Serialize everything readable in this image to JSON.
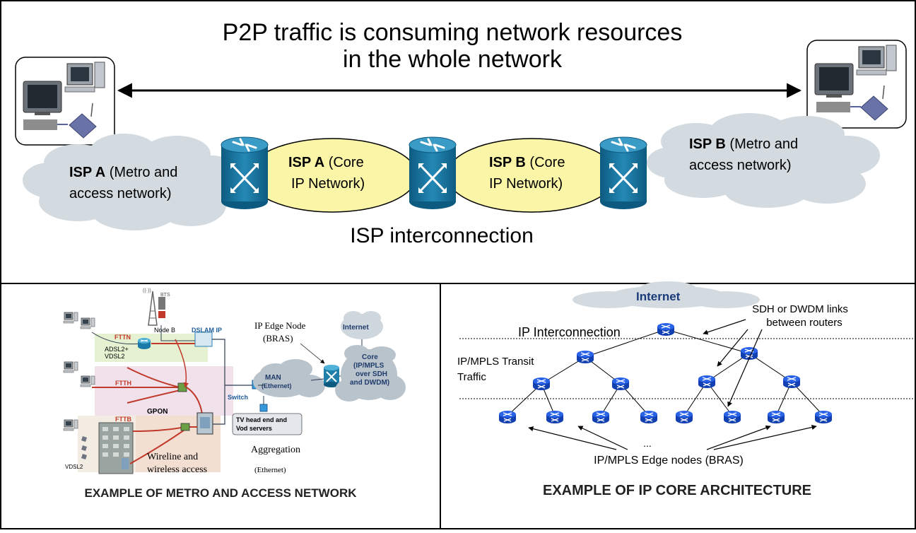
{
  "top": {
    "title_line1": "P2P traffic is consuming network resources",
    "title_line2": "in the whole network",
    "caption": "ISP interconnection",
    "clouds": {
      "left": {
        "bold": "ISP A",
        "rest": " (Metro and",
        "line2": "access network)"
      },
      "right": {
        "bold": "ISP B",
        "rest": " (Metro and",
        "line2": "access network)"
      }
    },
    "cores": {
      "a": {
        "bold": "ISP A",
        "rest": " (Core",
        "line2": "IP Network)"
      },
      "b": {
        "bold": "ISP B",
        "rest": " (Core",
        "line2": "IP Network)"
      }
    }
  },
  "metro": {
    "labels": {
      "fttn": "FTTN",
      "ftth": "FTTH",
      "fttb": "FTTB",
      "gpon": "GPON",
      "adsl": "ADSL2+",
      "vdsl": "VDSL2",
      "vdsl_b": "VDSL2",
      "nodeb": "Node B",
      "bts": "BTS",
      "dslam": "DSLAM IP",
      "switch": "Switch",
      "man_1": "MAN",
      "man_2": "(Ethernet)",
      "edge_1": "IP Edge Node",
      "edge_2": "(BRAS)",
      "internet": "Internet",
      "core_1": "Core",
      "core_2": "(IP/MPLS",
      "core_3": "over SDH",
      "core_4": "and DWDM)",
      "tv_1": "TV head end and",
      "tv_2": "Vod servers",
      "aggregation": "Aggregation",
      "ethernet": "(Ethernet)",
      "wireline_1": "Wireline and",
      "wireline_2": "wireless access"
    },
    "caption": "EXAMPLE OF METRO AND ACCESS NETWORK"
  },
  "core_arch": {
    "labels": {
      "internet": "Internet",
      "sdh_1": "SDH or DWDM links",
      "sdh_2": "between routers",
      "ip_interconnection": "IP Interconnection",
      "transit_1": "IP/MPLS Transit",
      "transit_2": "Traffic",
      "ellipsis": "...",
      "edge": "IP/MPLS Edge nodes (BRAS)"
    },
    "caption": "EXAMPLE OF IP CORE ARCHITECTURE"
  },
  "colors": {
    "router_blue": "#1f7fa8",
    "core_yellow": "#fbf5a8",
    "cloud_gray": "#d3dbe0",
    "small_router": "#1a4fd8"
  }
}
